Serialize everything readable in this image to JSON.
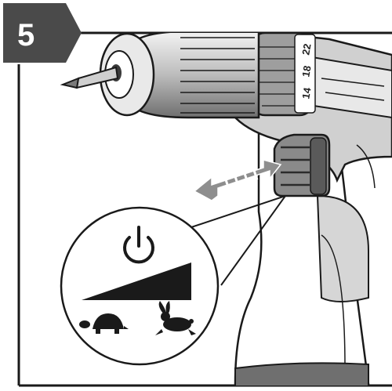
{
  "step": {
    "number": "5"
  },
  "illustration": {
    "subject": "cordless drill",
    "torque_dial_numbers": [
      "22",
      "18",
      "14"
    ],
    "trigger_arrow": "bidirectional-arrow",
    "callout_icons": [
      "power-icon",
      "speed-ramp",
      "turtle-icon",
      "rabbit-icon"
    ]
  },
  "colors": {
    "badge": "#4a4a4a",
    "frame": "#1a1a1a",
    "grip": "#8a8a8a",
    "body_gray": "#c8c8c8"
  }
}
